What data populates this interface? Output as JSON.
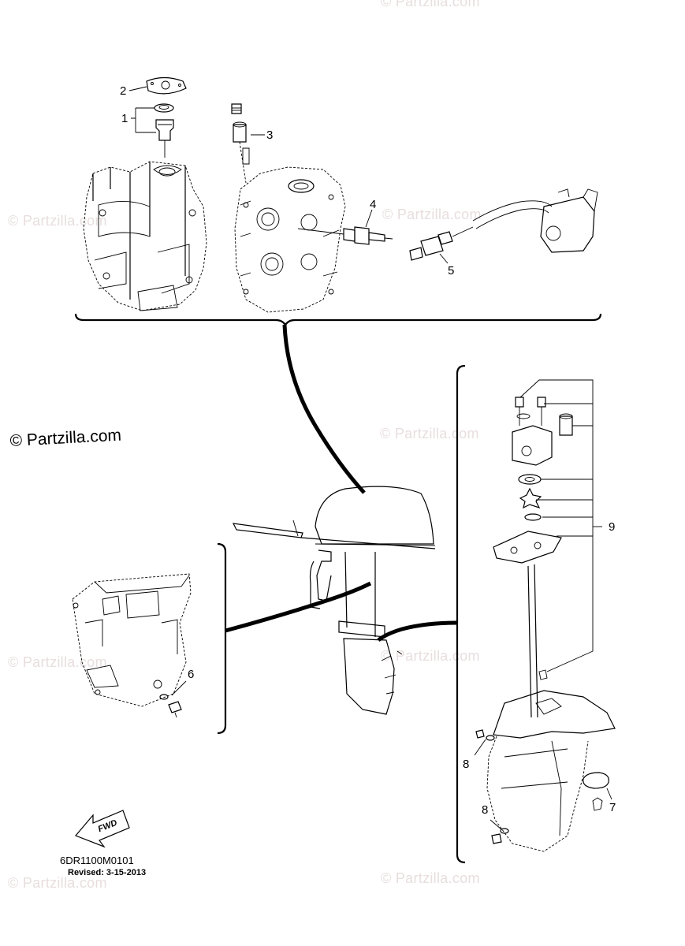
{
  "watermarks": {
    "main": "© Partzilla.com",
    "faint": "© Partzilla.com"
  },
  "callouts": [
    "1",
    "2",
    "3",
    "4",
    "5",
    "6",
    "7",
    "8",
    "8",
    "9"
  ],
  "diagram_code": "6DR1100M0101",
  "revised": "Revised: 3-15-2013",
  "fwd_label": "FWD"
}
